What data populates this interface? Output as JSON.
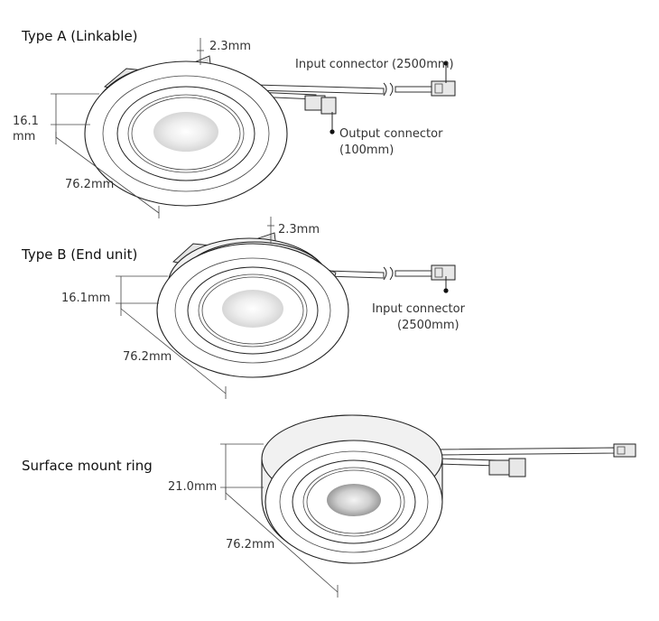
{
  "units": [
    {
      "title": "Type A (Linkable)",
      "dims": {
        "flange": "2.3mm",
        "height_line1": "16.1",
        "height_line2": "mm",
        "diameter": "76.2mm"
      },
      "labels": {
        "input_connector": "Input connector (2500mm)",
        "output_connector_line1": "Output connector",
        "output_connector_line2": "(100mm)"
      }
    },
    {
      "title": "Type B (End unit)",
      "dims": {
        "flange": "2.3mm",
        "height": "16.1mm",
        "diameter": "76.2mm"
      },
      "labels": {
        "input_connector_line1": "Input connector",
        "input_connector_line2": "(2500mm)"
      }
    },
    {
      "title": "Surface mount ring",
      "dims": {
        "height": "21.0mm",
        "diameter": "76.2mm"
      }
    }
  ]
}
